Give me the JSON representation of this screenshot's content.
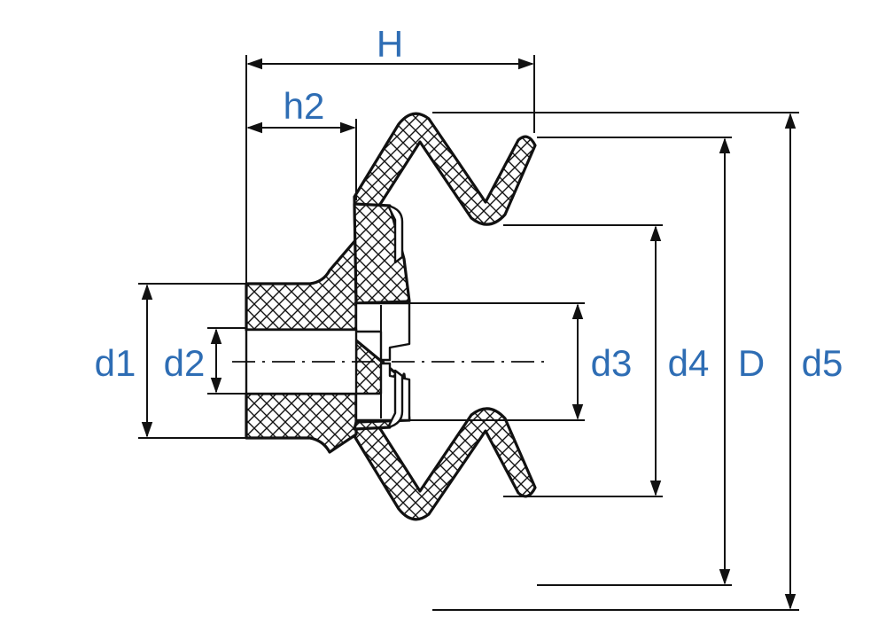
{
  "dimensions": {
    "H": "H",
    "h2": "h2",
    "d1": "d1",
    "d2": "d2",
    "d3": "d3",
    "d4": "d4",
    "D": "D",
    "d5": "d5"
  },
  "colors": {
    "label": "#2e6db4",
    "outline": "#111111",
    "hatch": "#111111",
    "background": "#ffffff"
  }
}
